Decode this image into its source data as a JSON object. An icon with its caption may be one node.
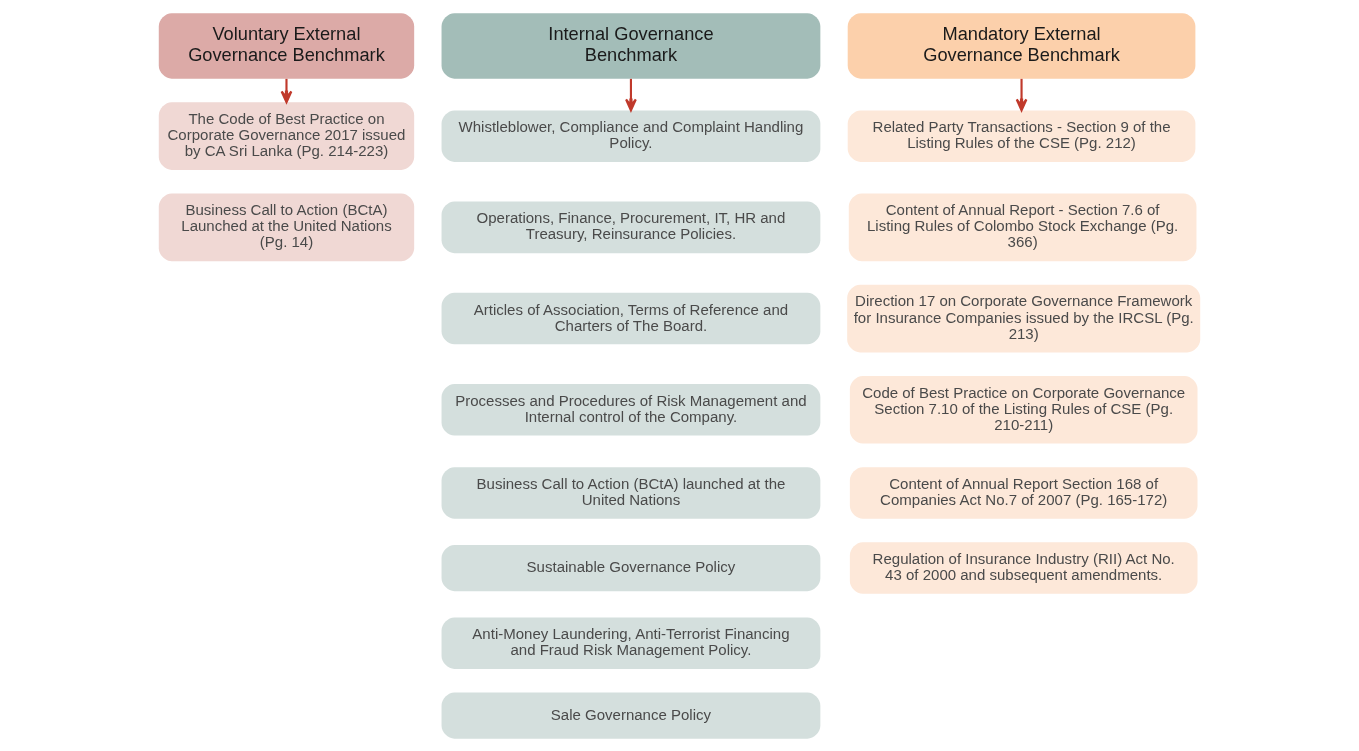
{
  "diagram": {
    "nodes": [
      {
        "text": [
          "Voluntary External Governance Benchmark"
        ]
      },
      {
        "text": [
          "Internal Governance Benchmark"
        ]
      },
      {
        "text": [
          "Mandatory External Governance Benchmark"
        ]
      },
      {
        "text": [
          "The Code of Best Practice on Corporate Governance 2017 issued by CA Sri Lanka (Pg. 214-223)"
        ]
      },
      {
        "text": [
          "Business Call to Action (BCtA) Launched at the United Nations (Pg. 14)"
        ]
      },
      {
        "text": [
          "Whistleblower, Compliance and Complaint Handling Policy."
        ]
      },
      {
        "text": [
          "Operations, Finance, Procurement, IT, HR and Treasury, Reinsurance Policies."
        ]
      },
      {
        "text": [
          "Articles of Association, Terms of Reference and Charters of The Board."
        ]
      },
      {
        "text": [
          "Processes and Procedures of Risk Management and Internal control of the Company."
        ]
      },
      {
        "text": [
          "Business Call to Action (BCtA) launched at the United Nations"
        ]
      },
      {
        "text": [
          "Sustainable Governance Policy"
        ]
      },
      {
        "text": [
          "Anti-Money Laundering, Anti-Terrorist Financing and Fraud Risk Management Policy."
        ]
      },
      {
        "text": [
          "Sale Governance Policy"
        ]
      },
      {
        "text": [
          "Related Party Transactions - Section 9 of the Listing Rules of the CSE (Pg. 212)"
        ]
      },
      {
        "text": [
          "Content of Annual Report - Section 7.6 of Listing Rules of Colombo Stock Exchange (Pg. 366)"
        ]
      },
      {
        "text": [
          "Direction 17 on Corporate Governance Framework for Insurance Companies issued by the IRCSL (Pg. 213)"
        ]
      },
      {
        "text": [
          "Code of Best Practice on Corporate Governance Section 7.10 of the Listing Rules of CSE (Pg. 210-211)"
        ]
      },
      {
        "text": [
          "Content of Annual Report Section 168 of Companies Act No.7 of 2007 (Pg. 165-172)"
        ]
      },
      {
        "text": [
          "Regulation of Insurance Industry (RII) Act No. 43 of 2000 and subsequent amendments."
        ]
      }
    ],
    "edges": [
      {
        "from": 0,
        "to": 3,
        "arrow": "to"
      },
      {
        "from": 1,
        "to": 5,
        "arrow": "to"
      },
      {
        "from": 2,
        "to": 13,
        "arrow": "to"
      }
    ]
  }
}
